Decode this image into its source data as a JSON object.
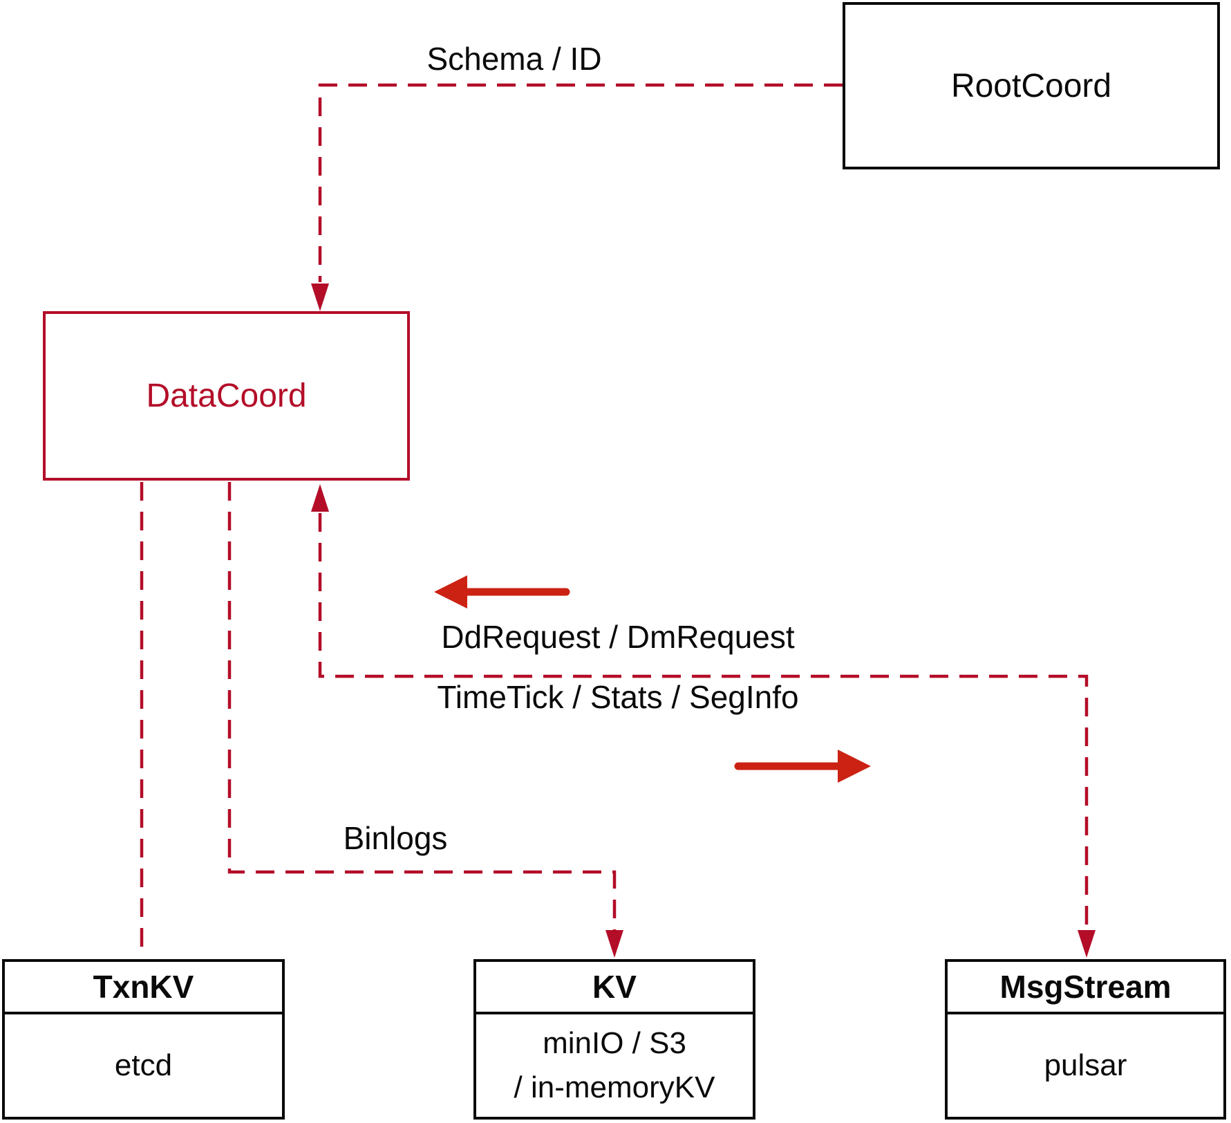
{
  "diagram": {
    "nodes": {
      "rootcoord": {
        "label": "RootCoord"
      },
      "datacoord": {
        "label": "DataCoord"
      },
      "txnkv": {
        "title": "TxnKV",
        "body": "etcd"
      },
      "kv": {
        "title": "KV",
        "body_line1": "minIO / S3",
        "body_line2": "/ in-memoryKV"
      },
      "msgstream": {
        "title": "MsgStream",
        "body": "pulsar"
      }
    },
    "edge_labels": {
      "schema_id": "Schema / ID",
      "dd_dm_request": "DdRequest / DmRequest",
      "timetick_stats_seginfo": "TimeTick / Stats / SegInfo",
      "binlogs": "Binlogs"
    },
    "colors": {
      "crimson": "#b30d28",
      "arrow_red": "#cc2213",
      "black": "#0a0a0a",
      "background": "#ffffff"
    }
  }
}
